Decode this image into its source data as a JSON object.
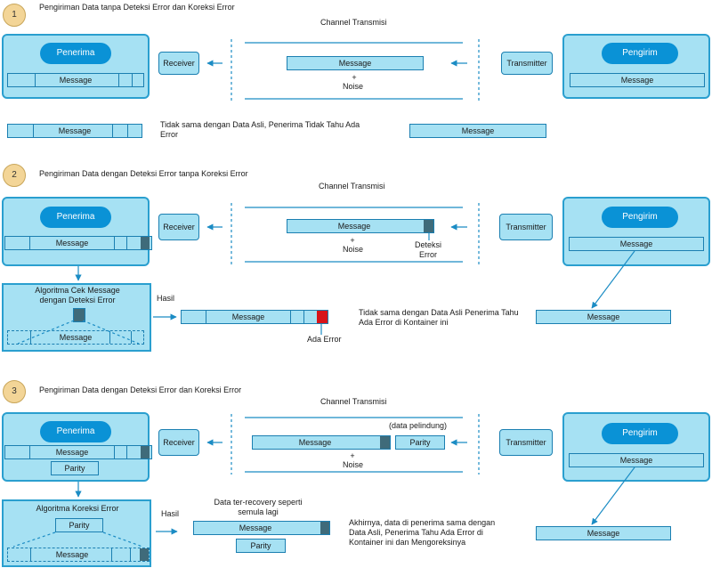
{
  "sections": [
    {
      "number": "1",
      "title": "Pengiriman Data tanpa Deteksi Error dan Koreksi Error",
      "channel": "Channel Transmisi",
      "receiver_box": "Penerima",
      "sender_box": "Pengirim",
      "receiver": "Receiver",
      "transmitter": "Transmitter",
      "message": "Message",
      "noise_plus": "+",
      "noise": "Noise",
      "note": "Tidak sama dengan Data Asli, Penerima Tidak Tahu Ada Error"
    },
    {
      "number": "2",
      "title": "Pengiriman Data dengan Deteksi Error tanpa Koreksi Error",
      "channel": "Channel Transmisi",
      "receiver_box": "Penerima",
      "sender_box": "Pengirim",
      "receiver": "Receiver",
      "transmitter": "Transmitter",
      "message": "Message",
      "noise_plus": "+",
      "noise": "Noise",
      "detection_label": "Deteksi Error",
      "algorithm": "Algoritma Cek Message dengan Deteksi Error",
      "result": "Hasil",
      "error_label": "Ada Error",
      "note": "Tidak sama dengan Data Asli Penerima Tahu Ada Error di Kontainer ini"
    },
    {
      "number": "3",
      "title": "Pengiriman Data dengan Deteksi Error dan Koreksi Error",
      "channel": "Channel Transmisi",
      "receiver_box": "Penerima",
      "sender_box": "Pengirim",
      "receiver": "Receiver",
      "transmitter": "Transmitter",
      "message": "Message",
      "parity": "Parity",
      "protect_label": "(data pelindung)",
      "noise_plus": "+",
      "noise": "Noise",
      "algorithm": "Algoritma Koreksi Error",
      "result": "Hasil",
      "recovered": "Data ter-recovery seperti semula lagi",
      "note": "Akhirnya, data di penerima sama dengan Data Asli, Penerima Tahu Ada Error di Kontainer ini dan Mengoreksinya"
    }
  ],
  "colors": {
    "panel_fill": "#a6e1f3",
    "panel_border": "#2a9fcf",
    "pill": "#0a92d6",
    "checksum": "#3f6b7a",
    "error": "#d8141a",
    "badge": "#f3d597"
  }
}
